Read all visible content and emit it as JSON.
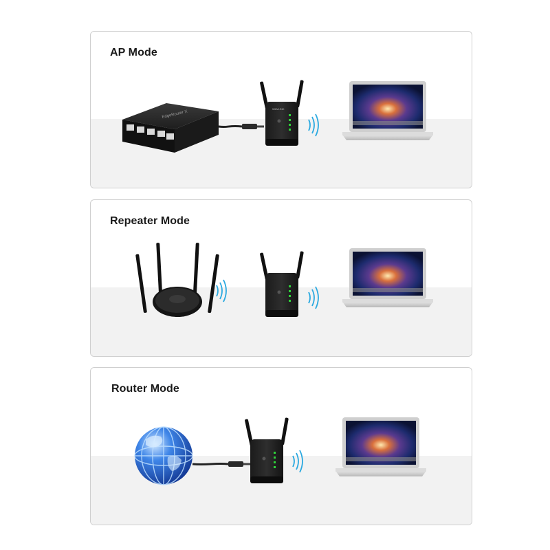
{
  "panels": [
    {
      "title": "AP Mode"
    },
    {
      "title": "Repeater Mode"
    },
    {
      "title": "Router Mode"
    }
  ],
  "devices": {
    "switch_label": "EdgeRouter X",
    "extender_brand": "WAVLINK"
  },
  "icons": [
    "ethernet-switch-icon",
    "wifi-extender-icon",
    "laptop-icon",
    "wifi-signal-icon",
    "wireless-router-icon",
    "globe-icon",
    "ethernet-cable-icon"
  ],
  "colors": {
    "extender_led": "#2fd23a",
    "globe": "#2a66d6",
    "screen_galaxy": "#2b3b8c"
  }
}
